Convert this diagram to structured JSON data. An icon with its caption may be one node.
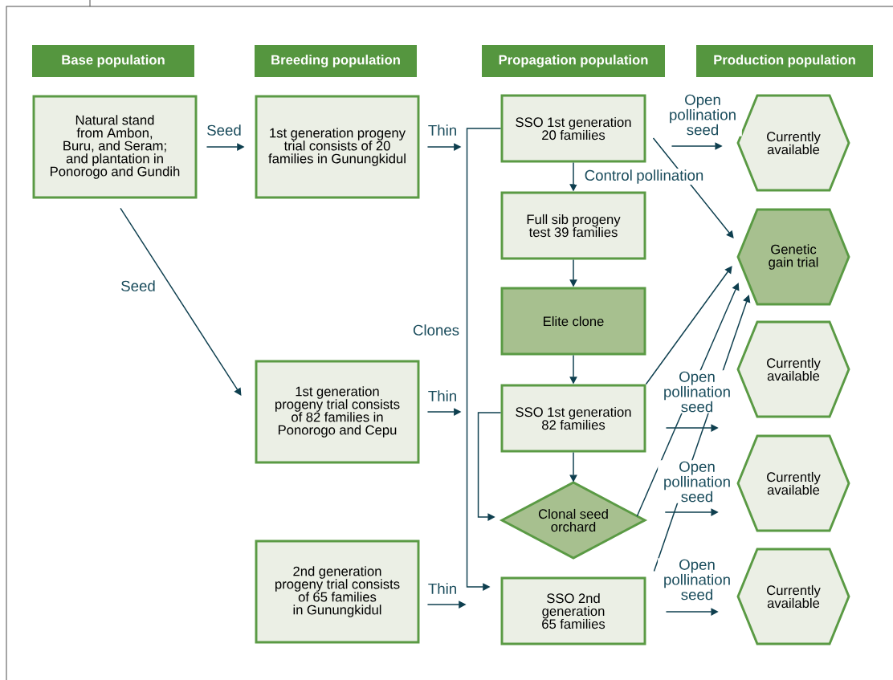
{
  "diagram": {
    "nodes": [
      {
        "text": [
          "Base population"
        ]
      },
      {
        "text": [
          "Breeding population"
        ]
      },
      {
        "text": [
          "Propagation population"
        ]
      },
      {
        "text": [
          "Production population"
        ]
      },
      {
        "text": [
          "Natural stand from Ambon, Buru, and Seram; and plantation in Ponorogo and Gundih"
        ]
      },
      {
        "text": [
          "1st generation progeny trial consists of 20 families in Gunungkidul"
        ]
      },
      {
        "text": [
          "SSO 1st generation 20 families"
        ]
      },
      {
        "text": [
          "Currently available"
        ]
      },
      {
        "text": [
          "Full sib progeny test 39 families"
        ]
      },
      {
        "text": [
          "Genetic gain trial"
        ]
      },
      {
        "text": [
          "Elite clone"
        ]
      },
      {
        "text": [
          "1st generation progeny trial consists of 82 families in Ponorogo and Cepu"
        ]
      },
      {
        "text": [
          "SSO 1st generation 82 families"
        ]
      },
      {
        "text": [
          "Currently available"
        ]
      },
      {
        "text": [
          "Clonal seed orchard"
        ]
      },
      {
        "text": [
          "Currently available"
        ]
      },
      {
        "text": [
          "2nd generation progeny trial consists of 65 families in Gunungkidul"
        ]
      },
      {
        "text": [
          "SSO 2nd generation 65 families"
        ]
      },
      {
        "text": [
          "Currently available"
        ]
      }
    ],
    "edges": [
      {
        "from": 4,
        "to": 5,
        "arrow": "to",
        "label": "Seed"
      },
      {
        "from": 4,
        "to": 11,
        "arrow": "to",
        "label": "Seed"
      },
      {
        "from": 5,
        "to": null,
        "arrow": "to",
        "label": "Thin"
      },
      {
        "from": 6,
        "to": 17,
        "arrow": "to",
        "label": "Clones"
      },
      {
        "from": 6,
        "to": 7,
        "arrow": "to",
        "label": "Open pollination seed"
      },
      {
        "from": 6,
        "to": 8,
        "arrow": "to",
        "label": "Control pollination"
      },
      {
        "from": 6,
        "to": 9,
        "arrow": "to"
      },
      {
        "from": 8,
        "to": 10,
        "arrow": "to"
      },
      {
        "from": 11,
        "to": null,
        "arrow": "to",
        "label": "Thin"
      },
      {
        "from": 10,
        "to": 12,
        "arrow": "to"
      },
      {
        "from": 12,
        "to": 9,
        "arrow": "to"
      },
      {
        "from": 12,
        "to": 13,
        "arrow": "to",
        "label": "Open pollination seed"
      },
      {
        "from": 12,
        "to": 14,
        "arrow": "to"
      },
      {
        "from": 12,
        "to": 14,
        "arrow": "to"
      },
      {
        "from": 14,
        "to": 9,
        "arrow": "to"
      },
      {
        "from": 14,
        "to": 15,
        "arrow": "to",
        "label": "Open pollination seed"
      },
      {
        "from": 16,
        "to": 17,
        "arrow": "to",
        "label": "Thin"
      },
      {
        "from": 17,
        "to": 9,
        "arrow": "to"
      },
      {
        "from": 17,
        "to": 18,
        "arrow": "to",
        "label": "Open pollination seed"
      }
    ]
  }
}
